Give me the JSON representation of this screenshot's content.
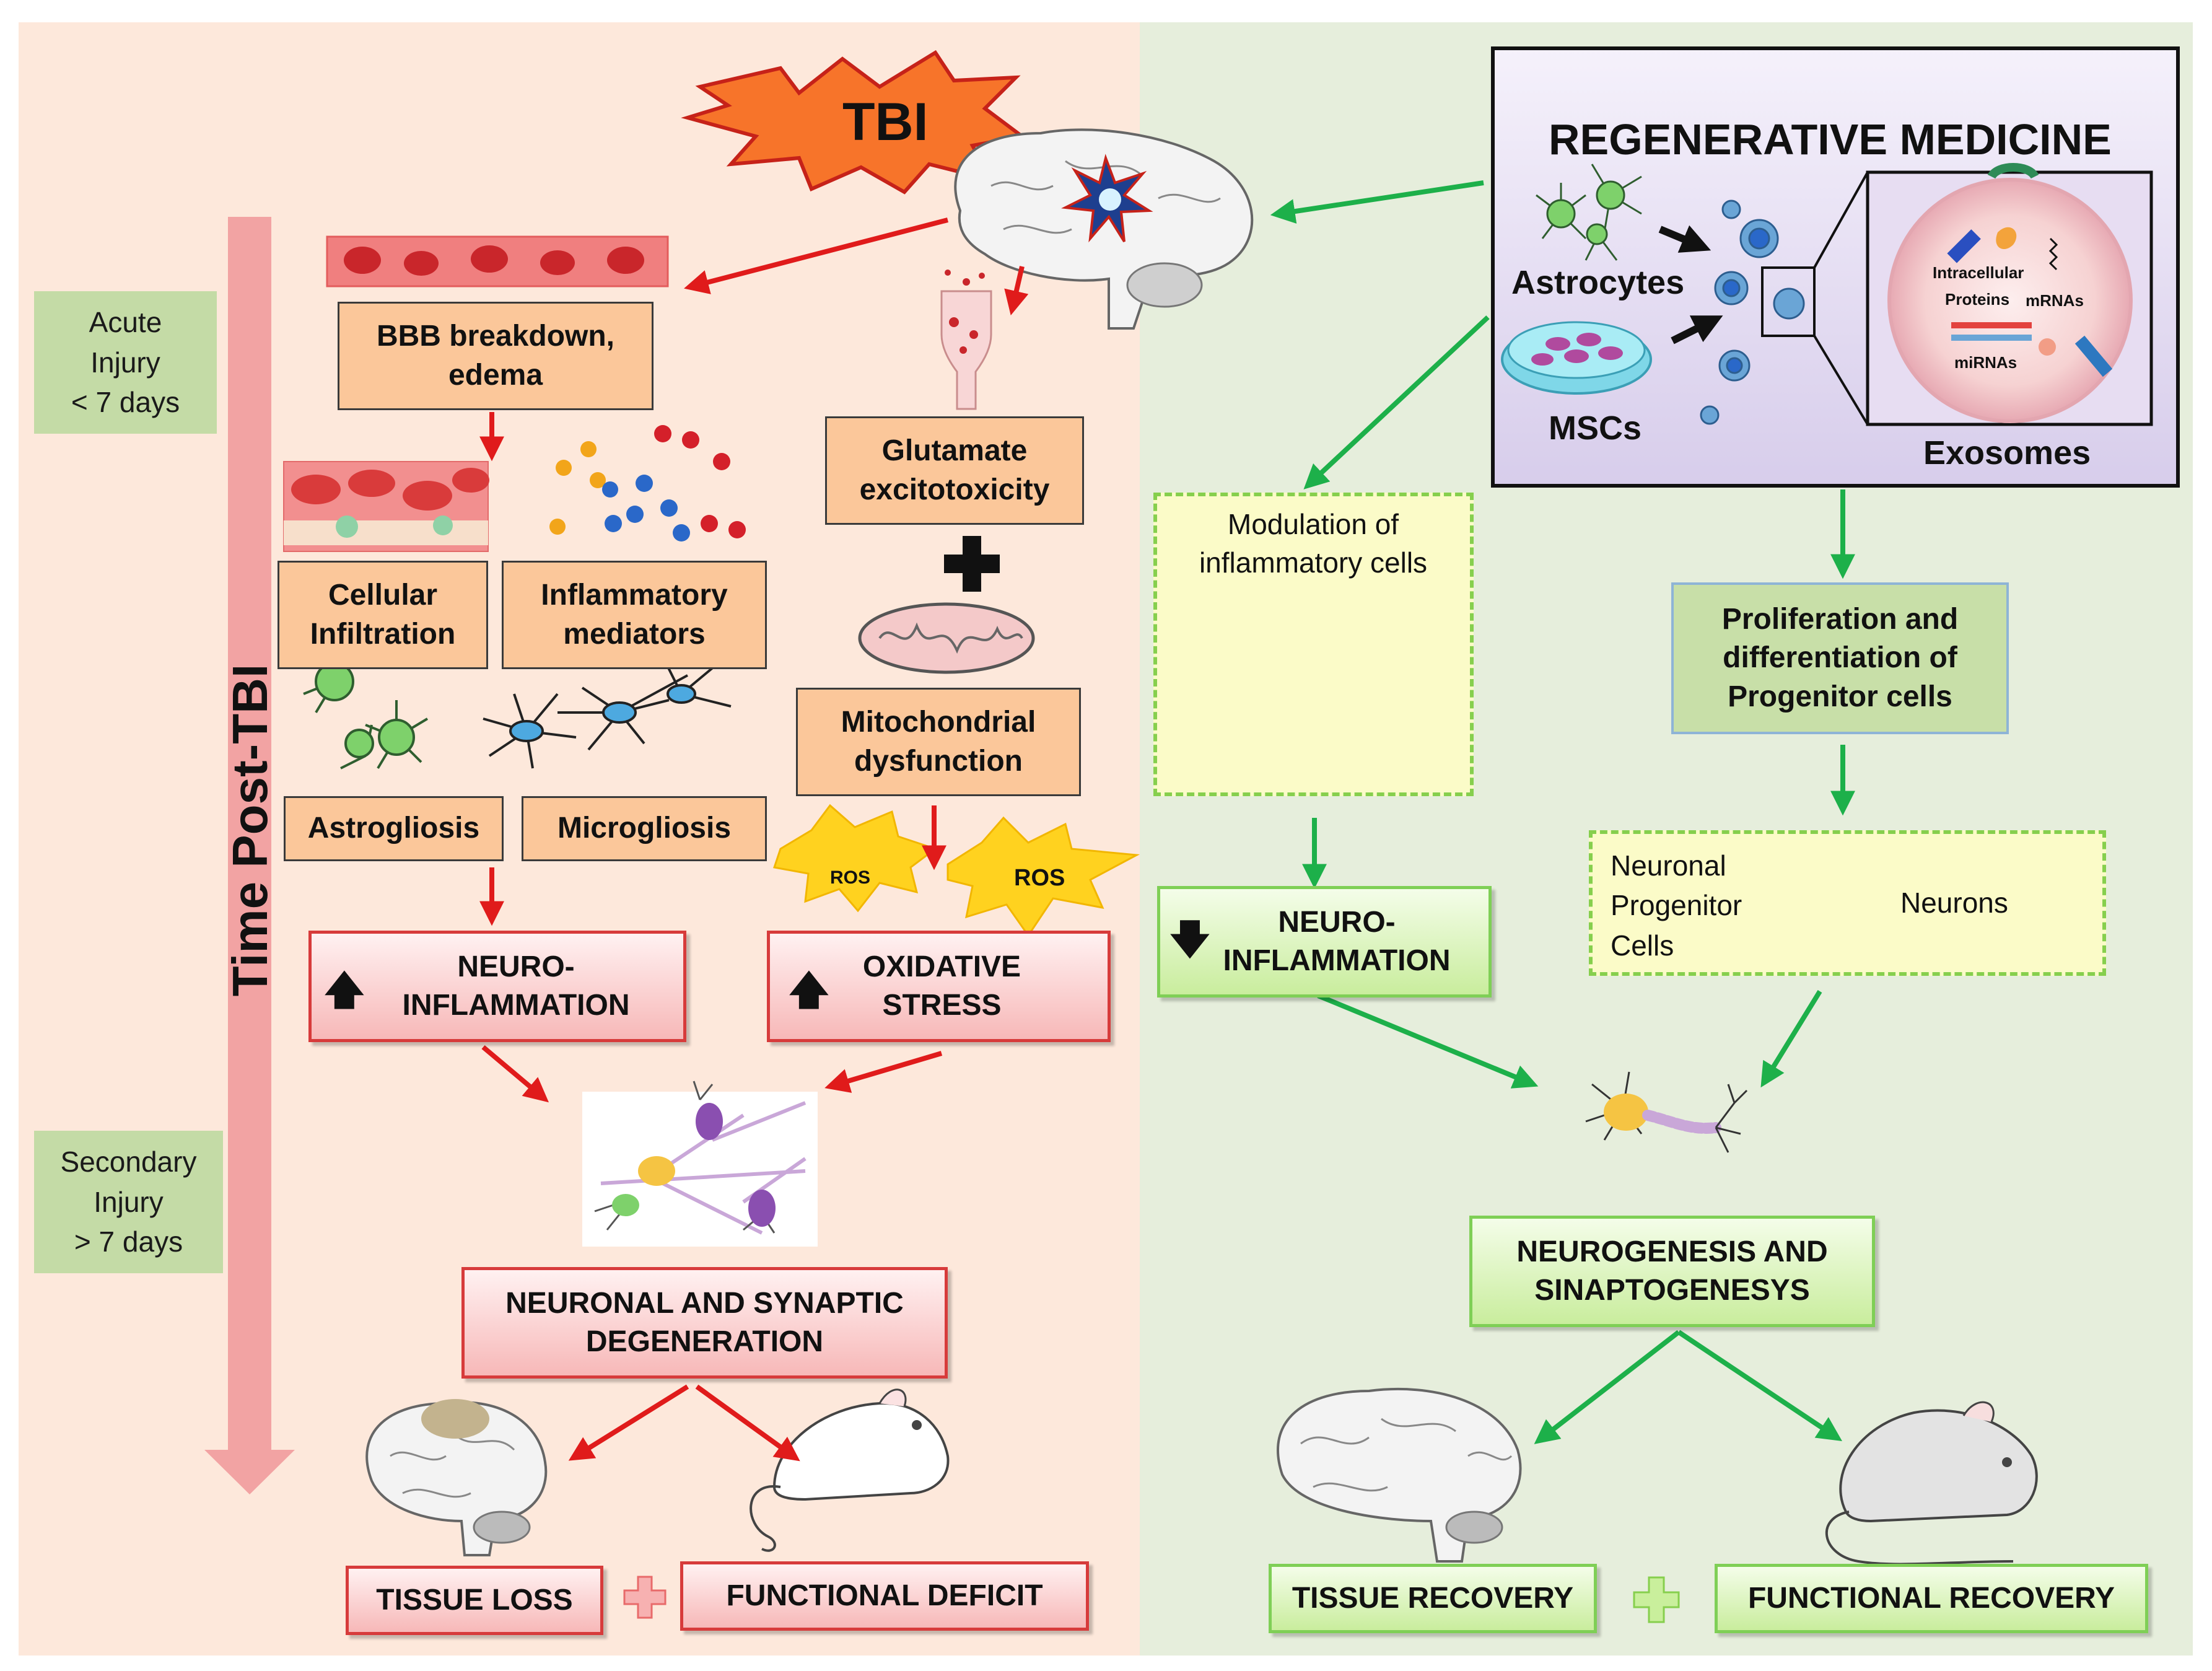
{
  "tbi_label": "TBI",
  "timeline": {
    "axis_label": "Time Post-TBI",
    "acute": {
      "line1": "Acute",
      "line2": "Injury",
      "line3": "< 7 days"
    },
    "secondary": {
      "line1": "Secondary",
      "line2": "Injury",
      "line3": "> 7 days"
    }
  },
  "left": {
    "bbb": {
      "line1": "BBB breakdown,",
      "line2": "edema"
    },
    "glutamate": {
      "line1": "Glutamate",
      "line2": "excitotoxicity"
    },
    "cellular": {
      "line1": "Cellular",
      "line2": "Infiltration"
    },
    "inflammatory": {
      "line1": "Inflammatory",
      "line2": "mediators"
    },
    "mito": {
      "line1": "Mitochondrial",
      "line2": "dysfunction"
    },
    "astrogliosis": "Astrogliosis",
    "microgliosis": "Microgliosis",
    "ros": "ROS",
    "neuroinflammation": {
      "line1": "NEURO-",
      "line2": "INFLAMMATION"
    },
    "oxidative": {
      "line1": "OXIDATIVE",
      "line2": "STRESS"
    },
    "degeneration": {
      "line1": "NEURONAL AND SYNAPTIC",
      "line2": "DEGENERATION"
    },
    "tissue_loss": "TISSUE LOSS",
    "functional_deficit": "FUNCTIONAL DEFICIT"
  },
  "right": {
    "regen_title": "REGENERATIVE MEDICINE",
    "astrocytes": "Astrocytes",
    "mscs": "MSCs",
    "exosomes": "Exosomes",
    "exo_contents": {
      "intracellular": "Intracellular",
      "proteins": "Proteins",
      "mrnas": "mRNAs",
      "mirnas": "miRNAs"
    },
    "modulation": {
      "line1": "Modulation of",
      "line2": "inflammatory cells"
    },
    "proliferation": {
      "line1": "Proliferation and",
      "line2": "differentiation of",
      "line3": "Progenitor cells"
    },
    "npc": {
      "line1": "Neuronal",
      "line2": "Progenitor",
      "line3": "Cells",
      "target": "Neurons"
    },
    "neuroinflammation": {
      "line1": "NEURO-",
      "line2": "INFLAMMATION"
    },
    "neurogenesis": {
      "line1": "NEUROGENESIS AND",
      "line2": "SINAPTOGENESYS"
    },
    "tissue_recovery": "TISSUE RECOVERY",
    "functional_recovery": "FUNCTIONAL RECOVERY"
  },
  "colors": {
    "left_bg": "#fde8db",
    "right_bg": "#e6eedc",
    "red_arrow": "#e01b1b",
    "green_arrow": "#1db04a",
    "orange_box": "#fbc79a",
    "pink_border": "#d73b3b",
    "green_border": "#7fcf56"
  }
}
